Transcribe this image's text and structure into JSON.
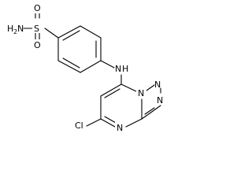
{
  "molecule": {
    "atoms": {
      "sulfur": "S",
      "oxygen_top": "O",
      "oxygen_bottom": "O",
      "amine_n": "N",
      "amine_h": "H",
      "amine_sub": "2",
      "linker_n": "N",
      "linker_h": "H",
      "triazole_n1": "N",
      "triazole_n2": "N",
      "triazole_n3": "N",
      "pyrimidine_n": "N",
      "chlorine": "Cl"
    }
  }
}
